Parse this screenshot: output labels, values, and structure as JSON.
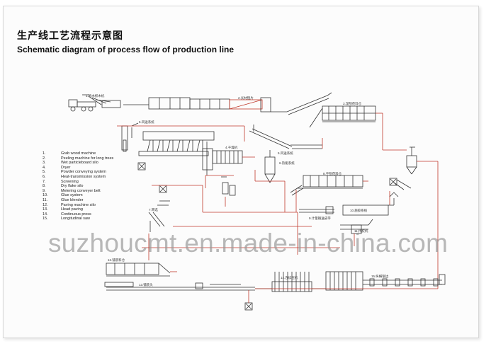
{
  "title_cn": "生产线工艺流程示意图",
  "title_en": "Schematic diagram of process flow of production line",
  "legend": [
    {
      "num": "1.",
      "text": "Grab wood machine"
    },
    {
      "num": "2.",
      "text": "Peeling machine for long trees"
    },
    {
      "num": "3.",
      "text": "Wet particleboard silo"
    },
    {
      "num": "4.",
      "text": "Dryer"
    },
    {
      "num": "5.",
      "text": "Powder conveying system"
    },
    {
      "num": "6.",
      "text": "Heat-transmission system"
    },
    {
      "num": "7.",
      "text": "Screening"
    },
    {
      "num": "8.",
      "text": "Dry flake silo"
    },
    {
      "num": "9.",
      "text": "Metering conveyer belt"
    },
    {
      "num": "10.",
      "text": "Glue system"
    },
    {
      "num": "11.",
      "text": "Glue blender"
    },
    {
      "num": "12.",
      "text": "Paving machine silo"
    },
    {
      "num": "13.",
      "text": "Head paving"
    },
    {
      "num": "14.",
      "text": "Continuous press"
    },
    {
      "num": "15.",
      "text": "Longitudinal saw"
    }
  ],
  "stations": {
    "s1": "1.原木抓木机",
    "s2": "2.长材刨片",
    "s3": "3.湿刨花料仓",
    "s4": "4.干燥机",
    "s5": "5.风送系统",
    "s5b": "5.风送系统",
    "s6": "6.热能系统",
    "s7": "7.筛选",
    "s8": "8.干刨花料仓",
    "s9": "9.计量输送皮带",
    "s10": "10.施胶系统",
    "s11": "11.拌胶机",
    "s12": "12.铺装料仓",
    "s13": "13.铺装头",
    "s14": "14.连续压机",
    "s15": "15.纵横锯边"
  },
  "watermark": "suzhoucmt.en.made-in-china.com",
  "colors": {
    "line": "#333333",
    "flow": "#c0392b",
    "watermark": "#969696"
  }
}
